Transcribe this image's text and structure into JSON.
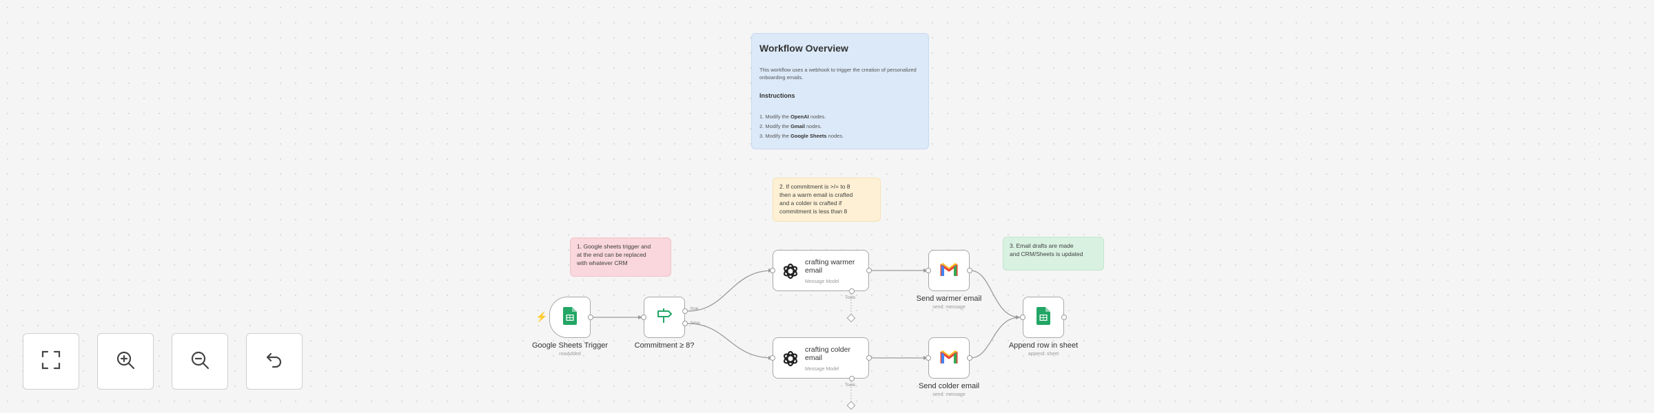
{
  "notes": {
    "overview": {
      "title": "Workflow Overview",
      "description": "This workflow uses a webhook to trigger the creation of personalized onboarding emails.",
      "instructions_heading": "Instructions",
      "steps": [
        {
          "num": "1.",
          "pre": "Modify the",
          "bold": "OpenAI",
          "post": "nodes."
        },
        {
          "num": "2.",
          "pre": "Modify the",
          "bold": "Gmail",
          "post": "nodes."
        },
        {
          "num": "3.",
          "pre": "Modify the",
          "bold": "Google Sheets",
          "post": "nodes."
        }
      ]
    },
    "condition": "2. If commitment is >/= to 8\nthen a warm email is crafted\nand a colder is crafted if\ncommitment is less than 8",
    "trigger": "1. Google sheets trigger and\nat the end can be replaced\nwith whatever CRM",
    "drafts": "3. Email drafts are made\nand CRM/Sheets is updated"
  },
  "nodes": {
    "trigger": {
      "label": "Google Sheets Trigger",
      "sub": "rowAdded",
      "icon": "google-sheets-icon"
    },
    "if": {
      "label": "Commitment ≥ 8?",
      "true_label": "true",
      "false_label": "false",
      "icon": "signpost-icon"
    },
    "warm_ai": {
      "title": "crafting warmer email",
      "sub": "Message Model",
      "port_label": "Tools",
      "icon": "openai-icon"
    },
    "cold_ai": {
      "title": "crafting colder email",
      "sub": "Message Model",
      "port_label": "Tools",
      "icon": "openai-icon"
    },
    "send_warm": {
      "label": "Send warmer email",
      "sub": "send: message",
      "icon": "gmail-icon"
    },
    "send_cold": {
      "label": "Send colder email",
      "sub": "send: message",
      "icon": "gmail-icon"
    },
    "append": {
      "label": "Append row in sheet",
      "sub": "append: sheet",
      "icon": "google-sheets-icon"
    }
  },
  "controls": [
    {
      "name": "fit-view-button",
      "icon": "fit-view-icon"
    },
    {
      "name": "zoom-in-button",
      "icon": "zoom-in-icon"
    },
    {
      "name": "zoom-out-button",
      "icon": "zoom-out-icon"
    },
    {
      "name": "reset-zoom-button",
      "icon": "undo-icon"
    }
  ],
  "colors": {
    "sheets": "#23a566",
    "trigger_bolt": "#ff6d3a",
    "gmail_red": "#ea4335"
  }
}
